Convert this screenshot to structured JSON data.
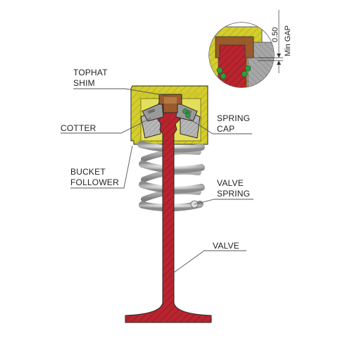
{
  "labels": {
    "tophat_shim_line1": "TOPHAT",
    "tophat_shim_line2": "SHIM",
    "cotter": "COTTER",
    "bucket_follower_line1": "BUCKET",
    "bucket_follower_line2": "FOLLOWER",
    "spring_cap_line1": "SPRING",
    "spring_cap_line2": "CAP",
    "valve_spring_line1": "VALVE",
    "valve_spring_line2": "SPRING",
    "valve": "VALVE"
  },
  "detail": {
    "gap_value": "0.50",
    "gap_label": "Min GAP"
  },
  "colors": {
    "valve_red": "#b8252f",
    "bucket_yellow": "#d3cd2e",
    "shim_brown": "#9a5a2b",
    "spring_grey": "#9b9b9b",
    "cotter_grey": "#8e8e8e",
    "green_dots": "#2e9c3b"
  }
}
